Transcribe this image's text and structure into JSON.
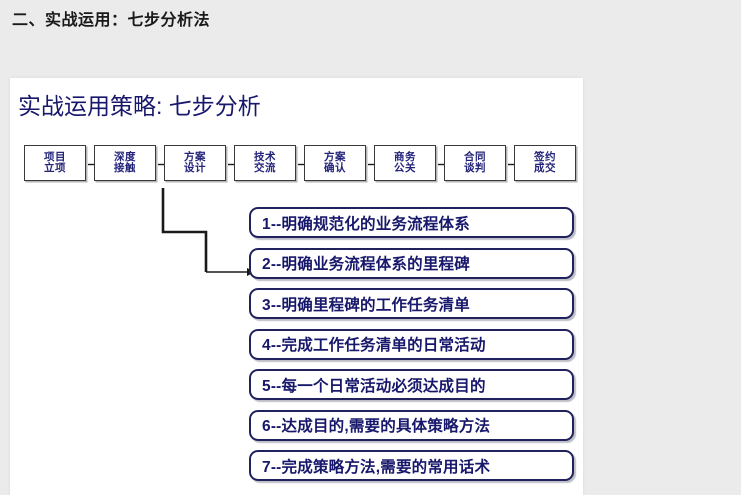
{
  "page": {
    "heading": "二、实战运用：七步分析法",
    "background_color": "#ebebeb"
  },
  "slide": {
    "title": "实战运用策略: 七步分析",
    "title_color": "#17176b",
    "background_color": "#ffffff",
    "flow": {
      "steps": [
        {
          "line1": "项目",
          "line2": "立项"
        },
        {
          "line1": "深度",
          "line2": "接触"
        },
        {
          "line1": "方案",
          "line2": "设计"
        },
        {
          "line1": "技术",
          "line2": "交流"
        },
        {
          "line1": "方案",
          "line2": "确认"
        },
        {
          "line1": "商务",
          "line2": "公关"
        },
        {
          "line1": "合同",
          "line2": "谈判"
        },
        {
          "line1": "签约",
          "line2": "成交"
        }
      ],
      "box_border_color": "#3a3a3a",
      "text_color": "#23237a",
      "arrow_color": "#1a1a1a"
    },
    "connector": {
      "color": "#1a1a1a",
      "source_step_index": 2,
      "target_item_index": 1
    },
    "list": {
      "border_color": "#21215e",
      "text_color": "#17176b",
      "items": [
        {
          "label": "1--明确规范化的业务流程体系"
        },
        {
          "label": "2--明确业务流程体系的里程碑"
        },
        {
          "label": "3--明确里程碑的工作任务清单"
        },
        {
          "label": "4--完成工作任务清单的日常活动"
        },
        {
          "label": "5--每一个日常活动必须达成目的"
        },
        {
          "label": "6--达成目的,需要的具体策略方法"
        },
        {
          "label": "7--完成策略方法,需要的常用话术"
        }
      ]
    }
  }
}
